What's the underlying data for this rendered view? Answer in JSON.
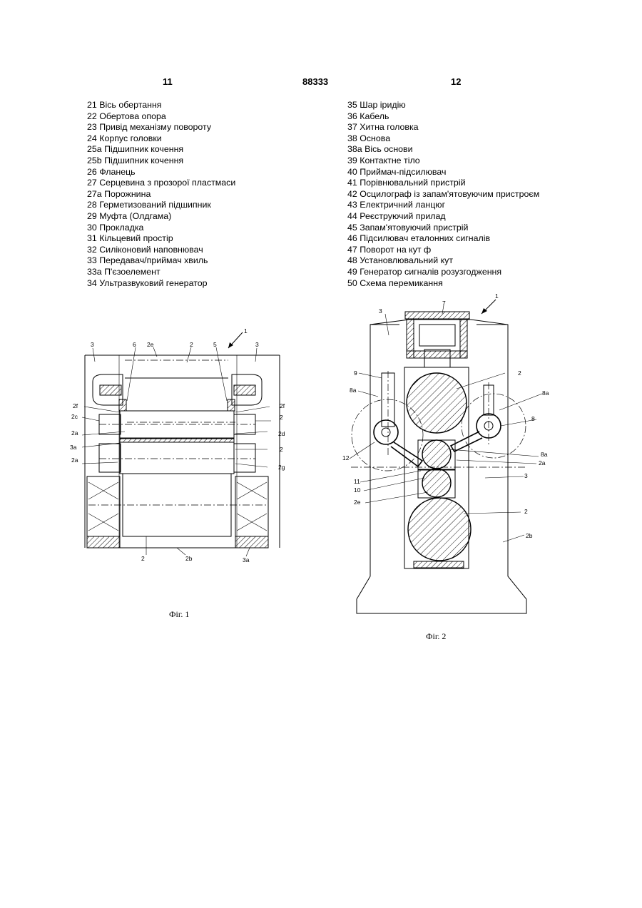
{
  "header": {
    "page_left": "11",
    "doc_number": "88333",
    "page_right": "12"
  },
  "legend_left": [
    "21 Вісь обертання",
    "22 Обертова опора",
    "23 Привід механізму повороту",
    "24 Корпус головки",
    "25a Підшипник кочення",
    "25b Підшипник кочення",
    "26 Фланець",
    "27 Серцевина з прозорої пластмаси",
    "27a Порожнина",
    "28 Герметизований підшипник",
    "29 Муфта (Олдгама)",
    "30 Прокладка",
    "31 Кільцевий простір",
    "32 Силіконовий наповнювач",
    "33 Передавач/приймач хвиль",
    "33a П'єзоелемент",
    "34 Ультразвуковий генератор"
  ],
  "legend_right": [
    "35 Шар іридію",
    "36 Кабель",
    "37 Хитна головка",
    "38 Основа",
    "38a Вісь основи",
    "39 Контактне тіло",
    "40 Приймач-підсилювач",
    "41 Порівнювальний пристрій",
    "42 Осцилограф із запам'ятовуючим пристроєм",
    "43 Електричний ланцюг",
    "44 Реєструючий прилад",
    "45 Запам'ятовуючий пристрій",
    "46 Підсилювач еталонних сигналів",
    "47 Поворот на кут ф",
    "48 Установлювальний кут",
    "49 Генератор сигналів розузгодження",
    "50 Схема перемикання"
  ],
  "figure1": {
    "caption": "Фіг. 1",
    "labels": {
      "l_1": "1",
      "l_3a": "3",
      "l_3b": "3",
      "l_6": "6",
      "l_2e": "2e",
      "l_2top": "2",
      "l_5": "5",
      "l_2f_l": "2f",
      "l_2f_r": "2f",
      "l_2c": "2c",
      "l_2_r1": "2",
      "l_2a_l1": "2a",
      "l_2d": "2d",
      "l_3a_l": "3a",
      "l_2_r2": "2",
      "l_2a_l2": "2a",
      "l_2g": "2g",
      "l_2_bot": "2",
      "l_2b_bot": "2b",
      "l_3a_bot": "3a"
    }
  },
  "figure2": {
    "caption": "Фіг. 2",
    "labels": {
      "l_7": "7",
      "l_1": "1",
      "l_3": "3",
      "l_2_top": "2",
      "l_9": "9",
      "l_8a_l": "8a",
      "l_8a_r": "8a",
      "l_8": "8",
      "l_8a_r2": "8a",
      "l_2a": "2a",
      "l_12": "12",
      "l_3_r": "3",
      "l_11": "11",
      "l_10": "10",
      "l_2e": "2e",
      "l_2_bot": "2",
      "l_2b": "2b"
    }
  }
}
